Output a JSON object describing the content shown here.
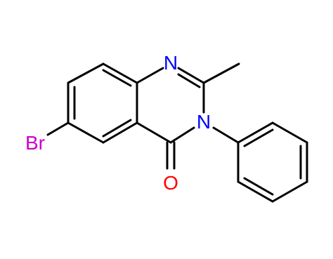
{
  "molecule": {
    "atoms": {
      "n1": {
        "symbol": "N",
        "color": "#0000ff"
      },
      "n3": {
        "symbol": "N",
        "color": "#0000ff"
      },
      "o": {
        "symbol": "O",
        "color": "#ff0000"
      },
      "br": {
        "symbol": "Br",
        "color": "#cc00cc"
      }
    },
    "bond_color": "#000000"
  }
}
